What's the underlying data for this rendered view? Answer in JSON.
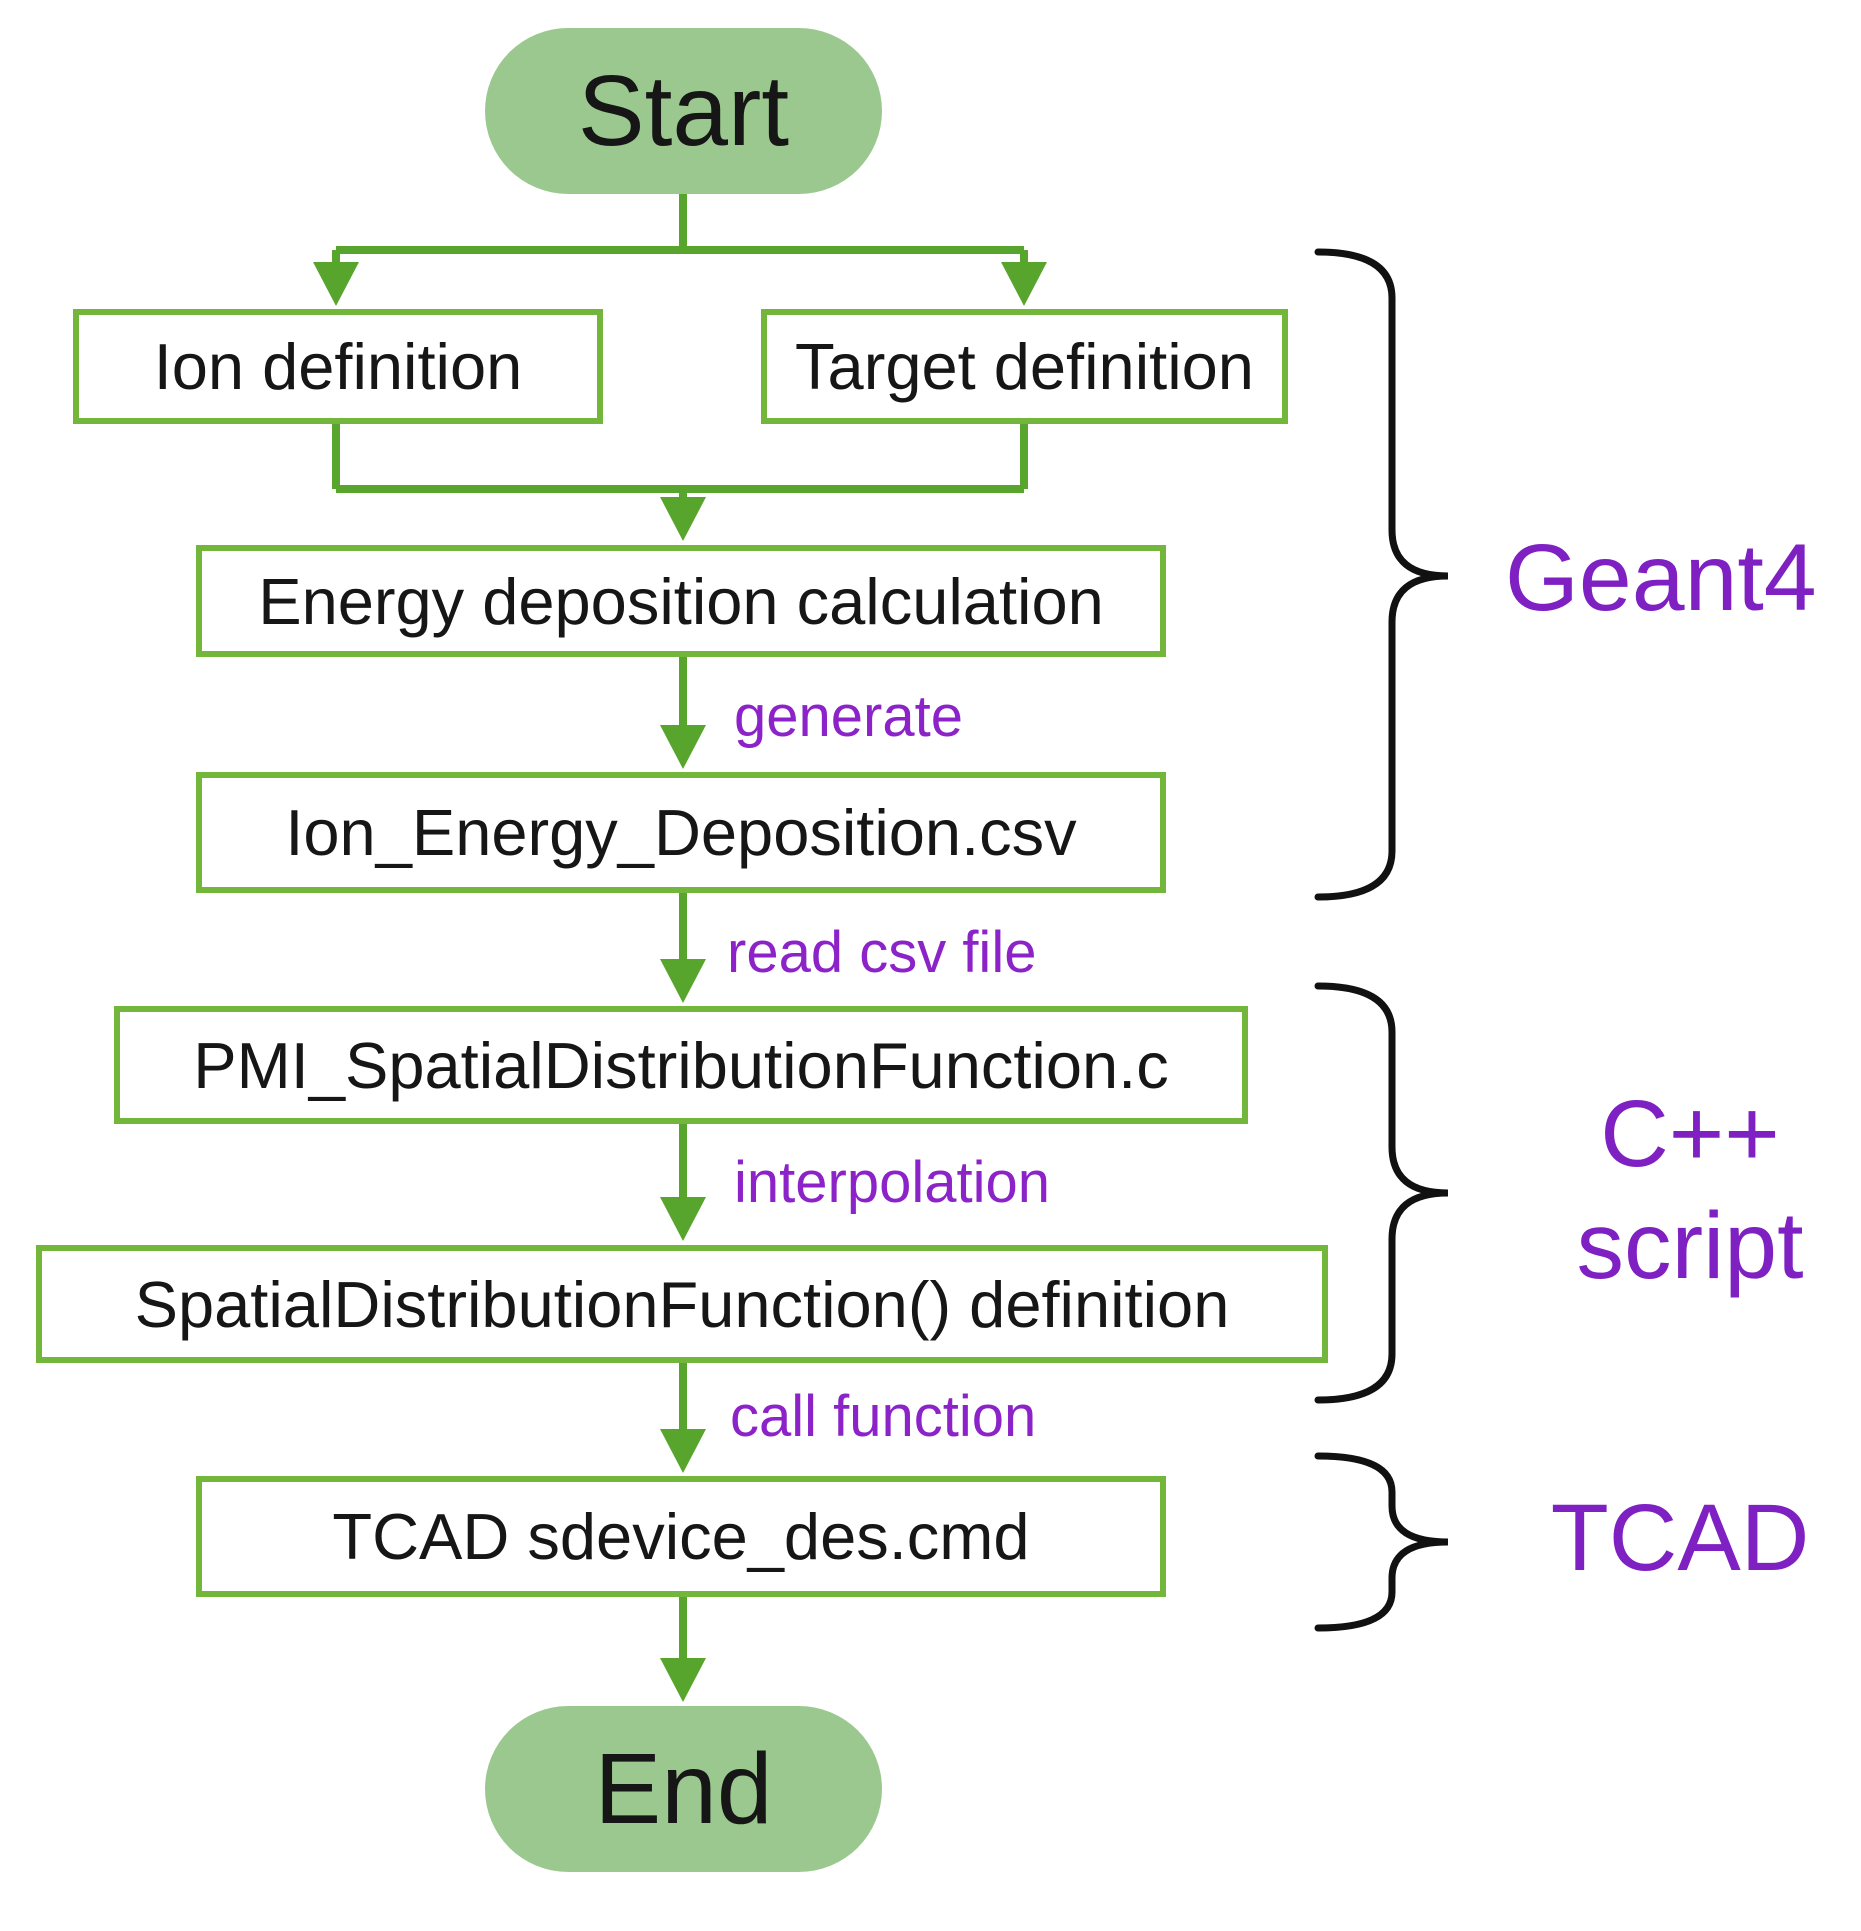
{
  "diagram": {
    "nodes": {
      "start": "Start",
      "ion": "Ion definition",
      "target": "Target definition",
      "energy": "Energy deposition calculation",
      "csv": "Ion_Energy_Deposition.csv",
      "pmi": "PMI_SpatialDistributionFunction.c",
      "sdf": "SpatialDistributionFunction() definition",
      "tcad_cmd": "TCAD sdevice_des.cmd",
      "end": "End"
    },
    "edge_labels": {
      "generate": "generate",
      "read_csv": "read csv file",
      "interpolation": "interpolation",
      "call_function": "call function"
    },
    "groups": {
      "geant4": "Geant4",
      "cpp_line1": "C++",
      "cpp_line2": "script",
      "tcad": "TCAD"
    },
    "colors": {
      "connector_green": "#58a52d",
      "box_border_green": "#72b63c",
      "terminal_fill_green": "#9bc88e",
      "edge_label_purple": "#8b23c9",
      "group_label_purple": "#7e20c2",
      "brace_black": "#111111",
      "node_text_black": "#161616",
      "background": "#ffffff"
    }
  }
}
